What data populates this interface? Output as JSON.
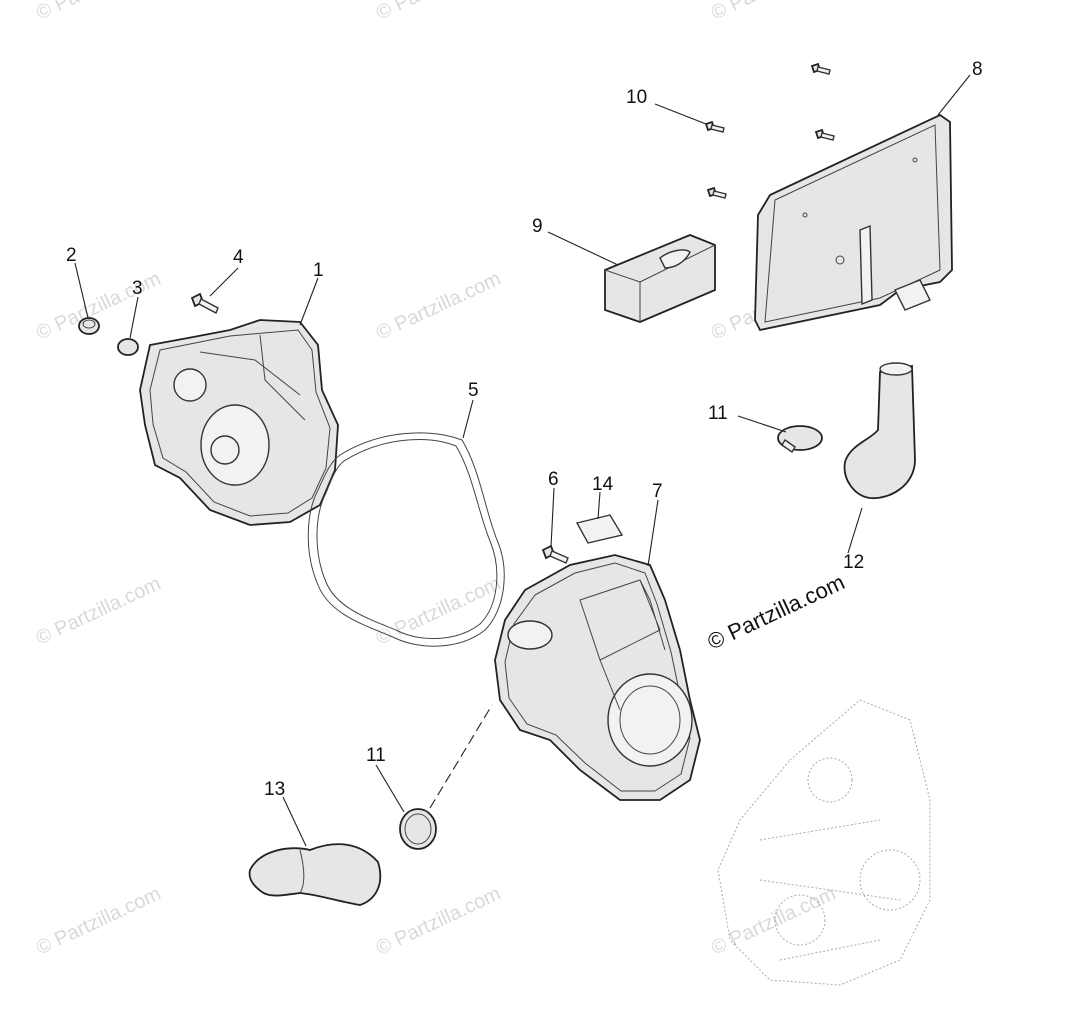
{
  "watermark": "© Partzilla.com",
  "copyright": "© Partzilla.com",
  "callouts": {
    "c1": "1",
    "c2": "2",
    "c3": "3",
    "c4": "4",
    "c5": "5",
    "c6": "6",
    "c7": "7",
    "c8": "8",
    "c9": "9",
    "c10": "10",
    "c11a": "11",
    "c11b": "11",
    "c12": "12",
    "c13": "13",
    "c14": "14"
  },
  "icons": [
    "clutch-cover-inner",
    "plug",
    "o-ring",
    "bolt",
    "gasket",
    "clutch-cover-outer",
    "air-box",
    "foam-filter",
    "hose-clamp",
    "intake-duct",
    "outlet-duct",
    "label",
    "engine-locator"
  ]
}
